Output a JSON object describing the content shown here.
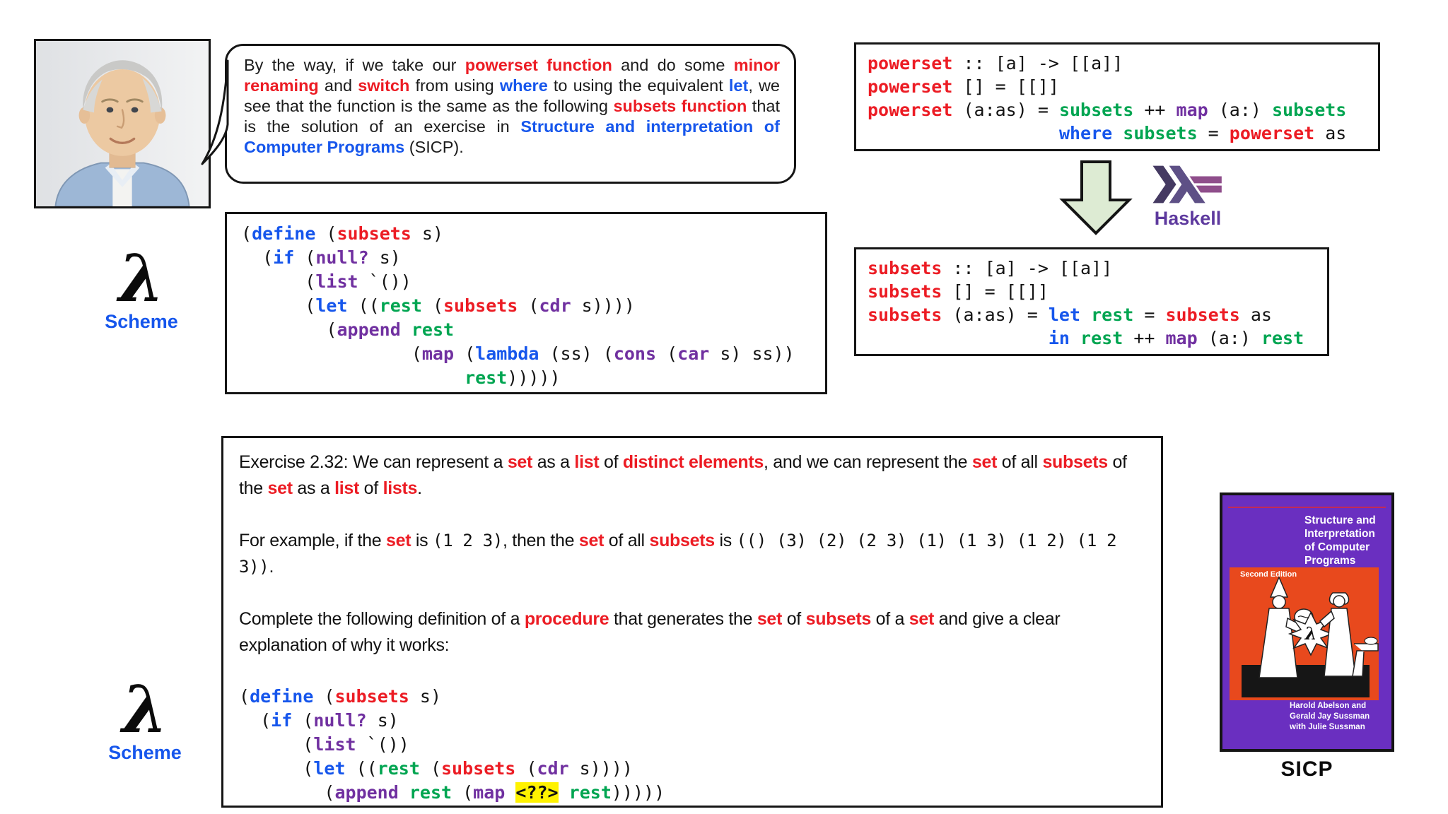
{
  "labels": {
    "lambda": "λ",
    "scheme": "Scheme",
    "haskell": "Haskell"
  },
  "speech": {
    "tokens": [
      {
        "c": "t",
        "t": "By the way, if we take our "
      },
      {
        "c": "br",
        "t": "powerset function"
      },
      {
        "c": "t",
        "t": " and do some "
      },
      {
        "c": "br",
        "t": "minor renaming"
      },
      {
        "c": "t",
        "t": " and "
      },
      {
        "c": "br",
        "t": "switch"
      },
      {
        "c": "t",
        "t": " from using "
      },
      {
        "c": "bb",
        "t": "where"
      },
      {
        "c": "t",
        "t": " to using the equivalent "
      },
      {
        "c": "bb",
        "t": "let"
      },
      {
        "c": "t",
        "t": ", we see that the function is the same as the following "
      },
      {
        "c": "br",
        "t": "subsets function"
      },
      {
        "c": "t",
        "t": " that is the solution of an exercise in "
      },
      {
        "c": "bb",
        "t": "Structure and interpretation of Computer Programs"
      },
      {
        "c": "t",
        "t": " (SICP)."
      }
    ]
  },
  "haskell_powerset": {
    "lines": [
      [
        {
          "c": "fn",
          "t": "powerset"
        },
        {
          "c": "pl",
          "t": " :: [a] -> [[a]]"
        }
      ],
      [
        {
          "c": "fn",
          "t": "powerset"
        },
        {
          "c": "pl",
          "t": " [] = [[]]"
        }
      ],
      [
        {
          "c": "fn",
          "t": "powerset"
        },
        {
          "c": "pl",
          "t": " (a:as) = "
        },
        {
          "c": "gr",
          "t": "subsets"
        },
        {
          "c": "pl",
          "t": " ++ "
        },
        {
          "c": "bi",
          "t": "map"
        },
        {
          "c": "pl",
          "t": " (a:) "
        },
        {
          "c": "gr",
          "t": "subsets"
        }
      ],
      [
        {
          "c": "pl",
          "t": "                  "
        },
        {
          "c": "k",
          "t": "where"
        },
        {
          "c": "pl",
          "t": " "
        },
        {
          "c": "gr",
          "t": "subsets"
        },
        {
          "c": "pl",
          "t": " = "
        },
        {
          "c": "fn",
          "t": "powerset"
        },
        {
          "c": "pl",
          "t": " as"
        }
      ]
    ]
  },
  "haskell_subsets": {
    "lines": [
      [
        {
          "c": "fn",
          "t": "subsets"
        },
        {
          "c": "pl",
          "t": " :: [a] -> [[a]]"
        }
      ],
      [
        {
          "c": "fn",
          "t": "subsets"
        },
        {
          "c": "pl",
          "t": " [] = [[]]"
        }
      ],
      [
        {
          "c": "fn",
          "t": "subsets"
        },
        {
          "c": "pl",
          "t": " (a:as) = "
        },
        {
          "c": "k",
          "t": "let"
        },
        {
          "c": "pl",
          "t": " "
        },
        {
          "c": "gr",
          "t": "rest"
        },
        {
          "c": "pl",
          "t": " = "
        },
        {
          "c": "fn",
          "t": "subsets"
        },
        {
          "c": "pl",
          "t": " as"
        }
      ],
      [
        {
          "c": "pl",
          "t": "                 "
        },
        {
          "c": "k",
          "t": "in"
        },
        {
          "c": "pl",
          "t": " "
        },
        {
          "c": "gr",
          "t": "rest"
        },
        {
          "c": "pl",
          "t": " ++ "
        },
        {
          "c": "bi",
          "t": "map"
        },
        {
          "c": "pl",
          "t": " (a:) "
        },
        {
          "c": "gr",
          "t": "rest"
        }
      ]
    ]
  },
  "scheme_subsets": {
    "lines": [
      [
        {
          "c": "pl",
          "t": "("
        },
        {
          "c": "k",
          "t": "define"
        },
        {
          "c": "pl",
          "t": " ("
        },
        {
          "c": "fn",
          "t": "subsets"
        },
        {
          "c": "pl",
          "t": " s)"
        }
      ],
      [
        {
          "c": "pl",
          "t": "  ("
        },
        {
          "c": "k",
          "t": "if"
        },
        {
          "c": "pl",
          "t": " ("
        },
        {
          "c": "bi",
          "t": "null?"
        },
        {
          "c": "pl",
          "t": " s)"
        }
      ],
      [
        {
          "c": "pl",
          "t": "      ("
        },
        {
          "c": "bi",
          "t": "list"
        },
        {
          "c": "pl",
          "t": " `())"
        }
      ],
      [
        {
          "c": "pl",
          "t": "      ("
        },
        {
          "c": "k",
          "t": "let"
        },
        {
          "c": "pl",
          "t": " (("
        },
        {
          "c": "gr",
          "t": "rest"
        },
        {
          "c": "pl",
          "t": " ("
        },
        {
          "c": "fn",
          "t": "subsets"
        },
        {
          "c": "pl",
          "t": " ("
        },
        {
          "c": "bi",
          "t": "cdr"
        },
        {
          "c": "pl",
          "t": " s))))"
        }
      ],
      [
        {
          "c": "pl",
          "t": "        ("
        },
        {
          "c": "bi",
          "t": "append"
        },
        {
          "c": "pl",
          "t": " "
        },
        {
          "c": "gr",
          "t": "rest"
        }
      ],
      [
        {
          "c": "pl",
          "t": "                ("
        },
        {
          "c": "bi",
          "t": "map"
        },
        {
          "c": "pl",
          "t": " ("
        },
        {
          "c": "k",
          "t": "lambda"
        },
        {
          "c": "pl",
          "t": " (ss) ("
        },
        {
          "c": "bi",
          "t": "cons"
        },
        {
          "c": "pl",
          "t": " ("
        },
        {
          "c": "bi",
          "t": "car"
        },
        {
          "c": "pl",
          "t": " s) ss))"
        }
      ],
      [
        {
          "c": "pl",
          "t": "                     "
        },
        {
          "c": "gr",
          "t": "rest"
        },
        {
          "c": "pl",
          "t": ")))))"
        }
      ]
    ]
  },
  "exercise": {
    "para1": [
      {
        "c": "t",
        "t": "Exercise 2.32: We can represent a "
      },
      {
        "c": "br",
        "t": "set"
      },
      {
        "c": "t",
        "t": " as a "
      },
      {
        "c": "br",
        "t": "list"
      },
      {
        "c": "t",
        "t": " of "
      },
      {
        "c": "br",
        "t": "distinct elements"
      },
      {
        "c": "t",
        "t": ", and we can represent the "
      },
      {
        "c": "br",
        "t": "set"
      },
      {
        "c": "t",
        "t": " of all "
      },
      {
        "c": "br",
        "t": "subsets"
      },
      {
        "c": "t",
        "t": " of the "
      },
      {
        "c": "br",
        "t": "set"
      },
      {
        "c": "t",
        "t": " as a "
      },
      {
        "c": "br",
        "t": "list"
      },
      {
        "c": "t",
        "t": " of "
      },
      {
        "c": "br",
        "t": "lists"
      },
      {
        "c": "t",
        "t": "."
      }
    ],
    "para2": [
      {
        "c": "t",
        "t": "For example, if the "
      },
      {
        "c": "br",
        "t": "set"
      },
      {
        "c": "t",
        "t": " is "
      },
      {
        "c": "cd",
        "t": "(1 2 3)"
      },
      {
        "c": "t",
        "t": ", then the "
      },
      {
        "c": "br",
        "t": "set"
      },
      {
        "c": "t",
        "t": " of all "
      },
      {
        "c": "br",
        "t": "subsets"
      },
      {
        "c": "t",
        "t": " is "
      },
      {
        "c": "cd",
        "t": "(() (3) (2) (2 3) (1) (1 3) (1 2) (1 2 3))"
      },
      {
        "c": "t",
        "t": "."
      }
    ],
    "para3": [
      {
        "c": "t",
        "t": "Complete the following definition of a "
      },
      {
        "c": "br",
        "t": "procedure"
      },
      {
        "c": "t",
        "t": " that generates the "
      },
      {
        "c": "br",
        "t": "set"
      },
      {
        "c": "t",
        "t": " of "
      },
      {
        "c": "br",
        "t": "subsets"
      },
      {
        "c": "t",
        "t": " of a "
      },
      {
        "c": "br",
        "t": "set"
      },
      {
        "c": "t",
        "t": " and give a clear explanation of why it works:"
      }
    ],
    "code": [
      [
        {
          "c": "pl",
          "t": "("
        },
        {
          "c": "k",
          "t": "define"
        },
        {
          "c": "pl",
          "t": " ("
        },
        {
          "c": "fn",
          "t": "subsets"
        },
        {
          "c": "pl",
          "t": " s)"
        }
      ],
      [
        {
          "c": "pl",
          "t": "  ("
        },
        {
          "c": "k",
          "t": "if"
        },
        {
          "c": "pl",
          "t": " ("
        },
        {
          "c": "bi",
          "t": "null?"
        },
        {
          "c": "pl",
          "t": " s)"
        }
      ],
      [
        {
          "c": "pl",
          "t": "      ("
        },
        {
          "c": "bi",
          "t": "list"
        },
        {
          "c": "pl",
          "t": " `())"
        }
      ],
      [
        {
          "c": "pl",
          "t": "      ("
        },
        {
          "c": "k",
          "t": "let"
        },
        {
          "c": "pl",
          "t": " (("
        },
        {
          "c": "gr",
          "t": "rest"
        },
        {
          "c": "pl",
          "t": " ("
        },
        {
          "c": "fn",
          "t": "subsets"
        },
        {
          "c": "pl",
          "t": " ("
        },
        {
          "c": "bi",
          "t": "cdr"
        },
        {
          "c": "pl",
          "t": " s))))"
        }
      ],
      [
        {
          "c": "pl",
          "t": "        ("
        },
        {
          "c": "bi",
          "t": "append"
        },
        {
          "c": "pl",
          "t": " "
        },
        {
          "c": "gr",
          "t": "rest"
        },
        {
          "c": "pl",
          "t": " ("
        },
        {
          "c": "bi",
          "t": "map"
        },
        {
          "c": "pl",
          "t": " "
        },
        {
          "c": "hl",
          "t": "<??>"
        },
        {
          "c": "pl",
          "t": " "
        },
        {
          "c": "gr",
          "t": "rest"
        },
        {
          "c": "pl",
          "t": ")))))"
        }
      ]
    ]
  },
  "book": {
    "title": "Structure and Interpretation of Computer Programs",
    "edition": "Second Edition",
    "authors": [
      "Harold Abelson and",
      "Gerald Jay Sussman",
      "with Julie Sussman"
    ],
    "lambda": "λ",
    "caption": "SICP",
    "colors": {
      "purple": "#6a2fc0",
      "orange": "#e8491d"
    }
  }
}
